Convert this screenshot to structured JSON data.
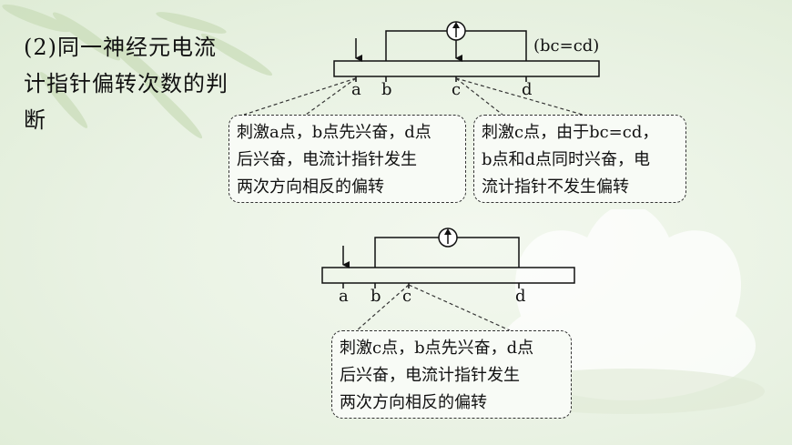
{
  "heading": "(2)同一神经元电流计指针偏转次数的判断",
  "diagram1": {
    "condition": "(bc=cd)",
    "points": [
      "a",
      "b",
      "c",
      "d"
    ],
    "box_left": "刺激a点，b点先兴奋，d点\n后兴奋，电流计指针发生\n两次方向相反的偏转",
    "box_right": "刺激c点，由于bc=cd，\nb点和d点同时兴奋，电\n流计指针不发生偏转"
  },
  "diagram2": {
    "points": [
      "a",
      "b",
      "c",
      "d"
    ],
    "box": "刺激c点，b点先兴奋，d点\n后兴奋，电流计指针发生\n两次方向相反的偏转"
  }
}
